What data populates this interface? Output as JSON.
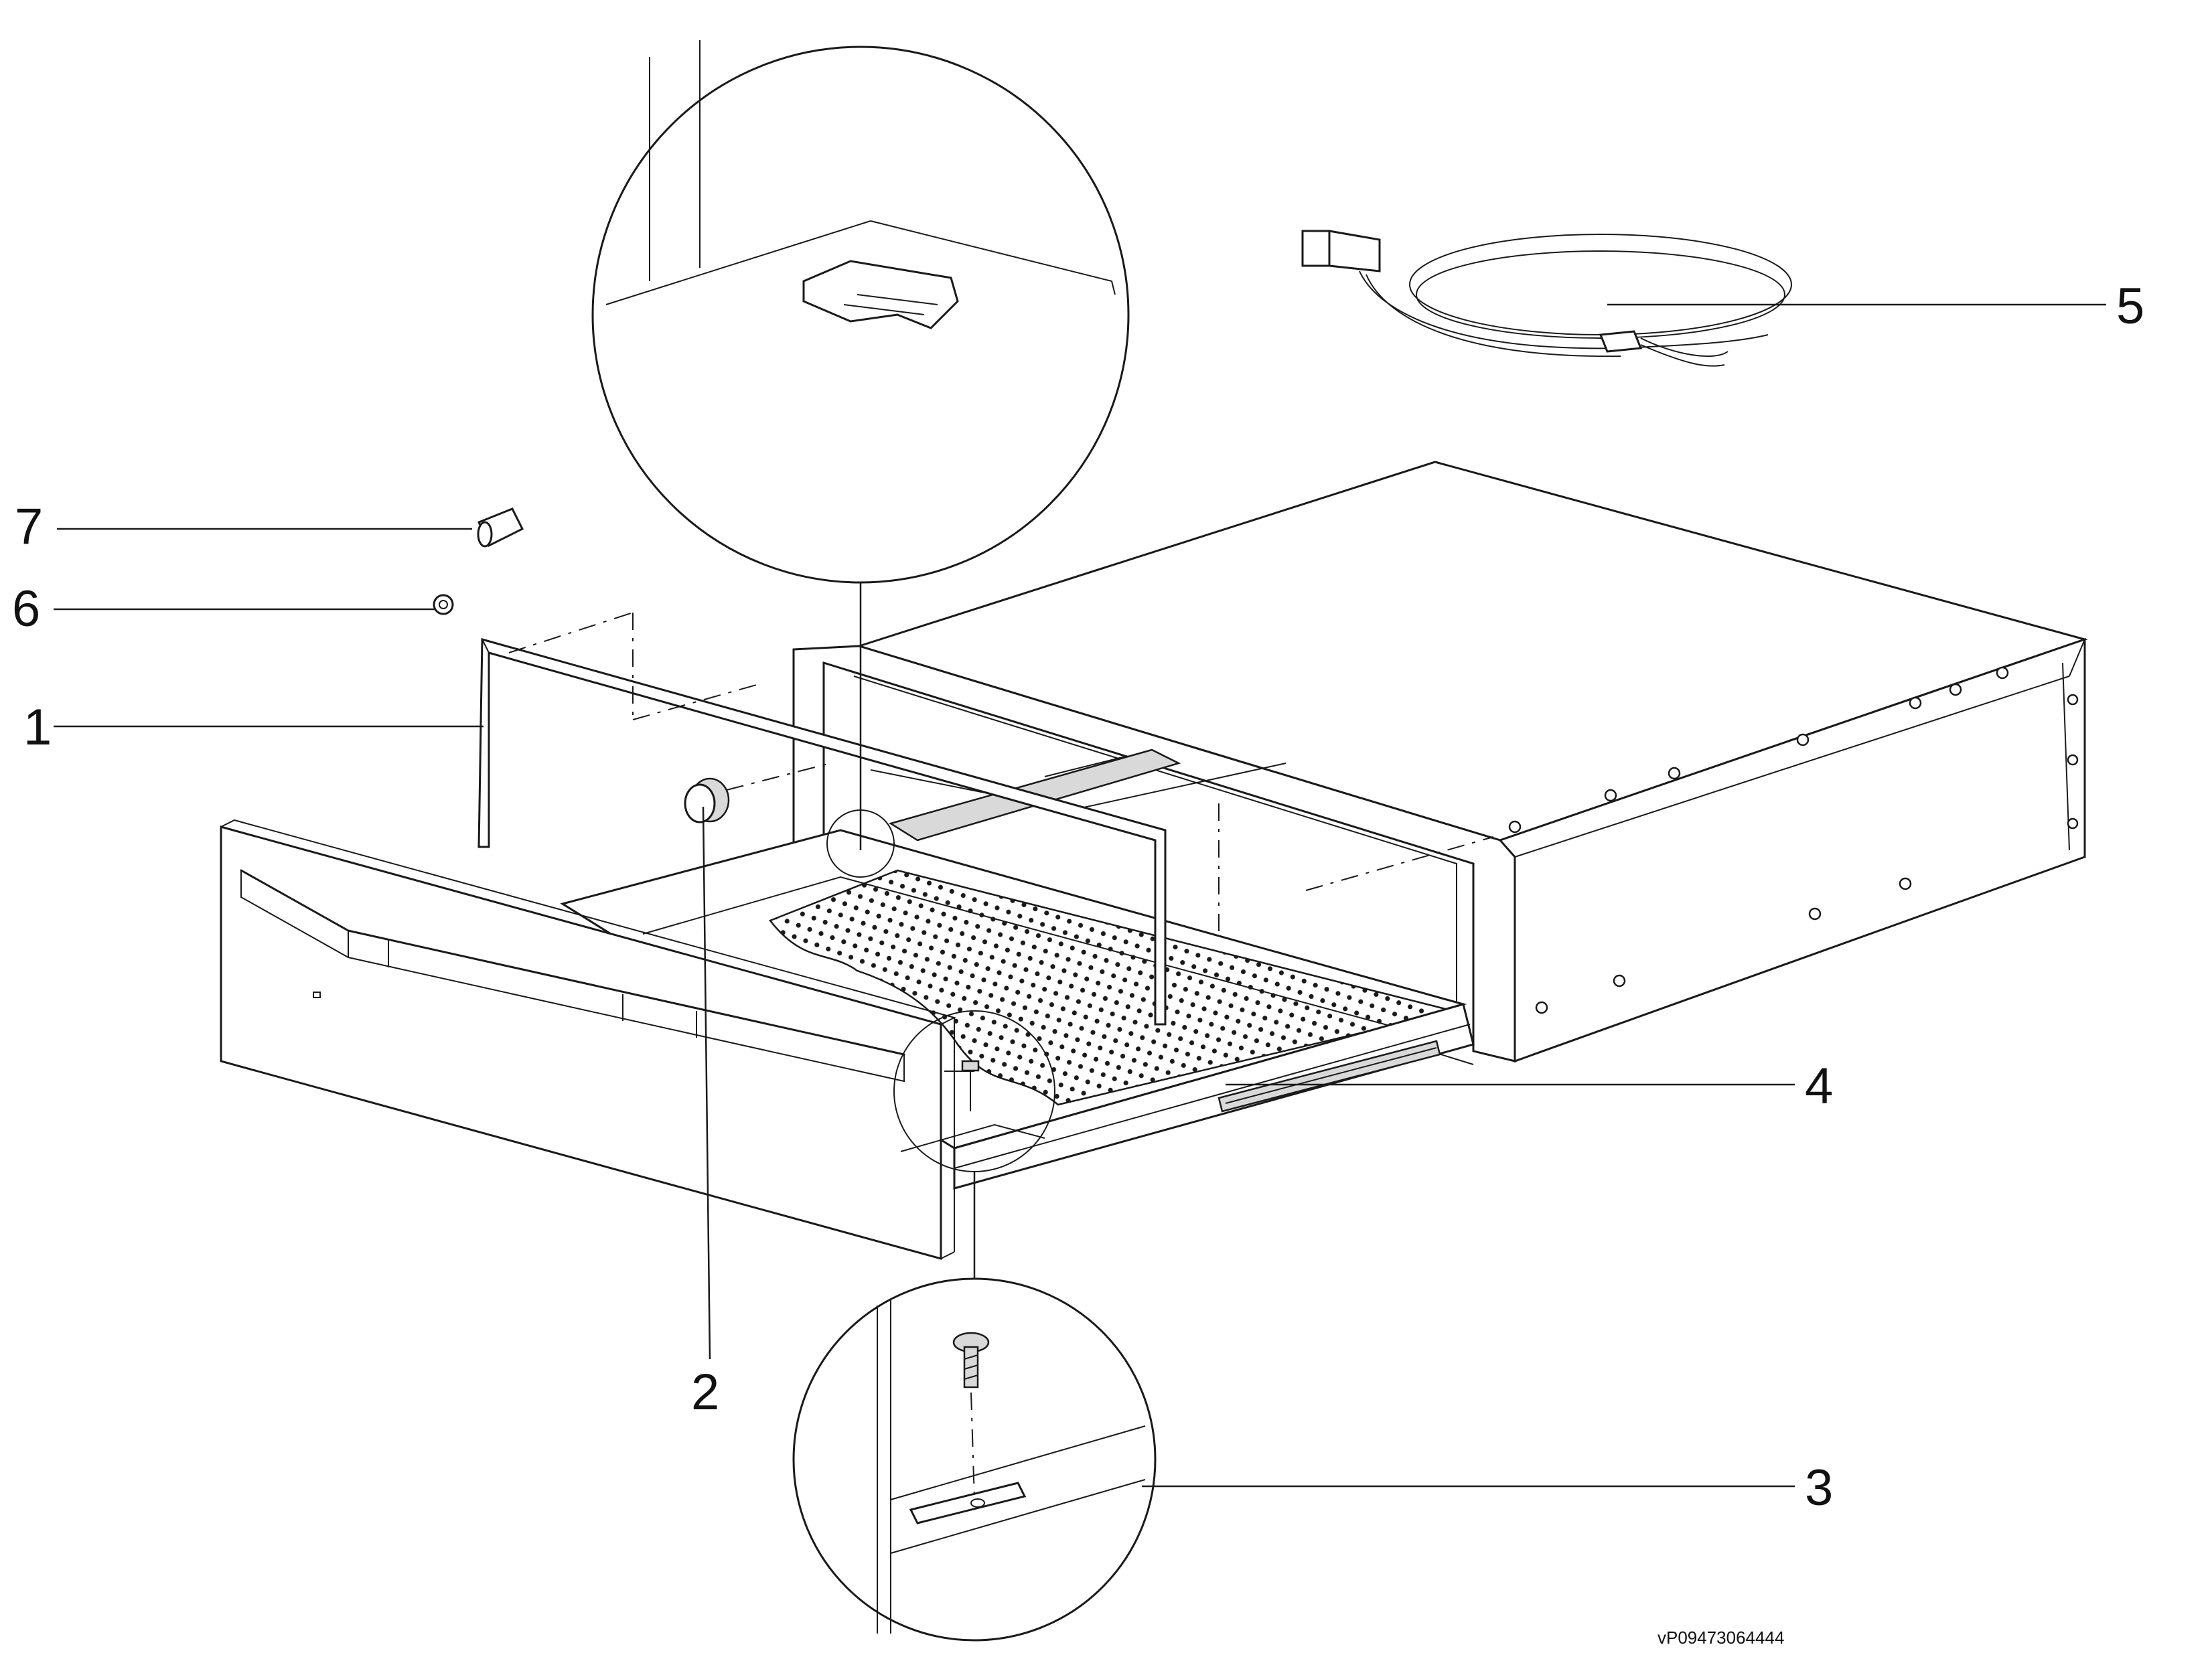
{
  "callouts": [
    {
      "id": "1",
      "part": "side-panel"
    },
    {
      "id": "2",
      "part": "control-knob"
    },
    {
      "id": "3",
      "part": "drawer-fixing-screw"
    },
    {
      "id": "4",
      "part": "drawer-rail"
    },
    {
      "id": "5",
      "part": "power-cable"
    },
    {
      "id": "6",
      "part": "knob-ring"
    },
    {
      "id": "7",
      "part": "indicator-lamp"
    }
  ],
  "reference_code": "vP09473064444",
  "colors": {
    "line": "#1a1a1a",
    "background": "#ffffff",
    "shading": "#d9d9d9"
  }
}
